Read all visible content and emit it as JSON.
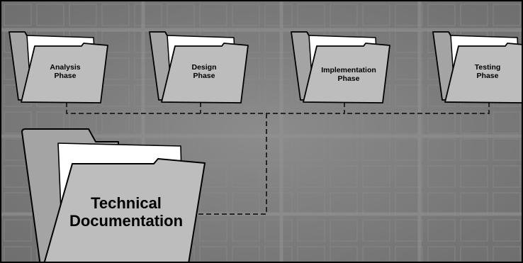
{
  "diagram": {
    "colors": {
      "background": "#7b7b7b",
      "folder_back": "#a4a4a4",
      "folder_front": "#bdbdbd",
      "folder_paper": "#ffffff",
      "outline": "#000000",
      "connector": "#262626"
    },
    "connector_style": "dashed",
    "phases": [
      {
        "id": "analysis",
        "line1": "Analysis",
        "line2": "Phase",
        "icon": "folder-icon"
      },
      {
        "id": "design",
        "line1": "Design",
        "line2": "Phase",
        "icon": "folder-icon"
      },
      {
        "id": "implementation",
        "line1": "Implementation",
        "line2": "Phase",
        "icon": "folder-icon"
      },
      {
        "id": "testing",
        "line1": "Testing",
        "line2": "Phase",
        "icon": "folder-icon"
      }
    ],
    "root": {
      "line1": "Technical",
      "line2": "Documentation",
      "icon": "folder-icon"
    }
  }
}
